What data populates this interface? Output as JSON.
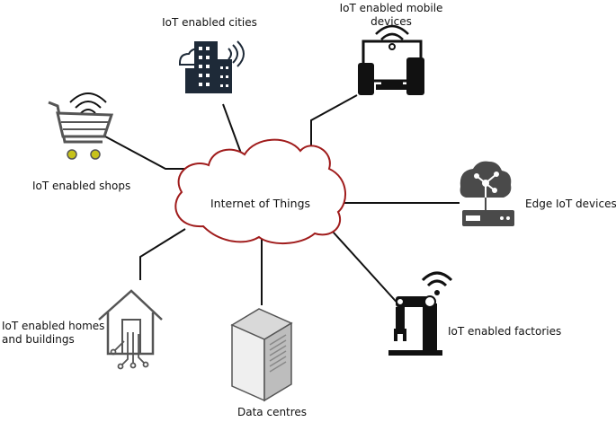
{
  "diagram": {
    "center": {
      "label": "Internet of Things",
      "outline_color": "#a01c1c"
    },
    "nodes": [
      {
        "id": "cities",
        "label": "IoT enabled cities",
        "icon": "city-buildings-wifi-icon"
      },
      {
        "id": "mobile",
        "label": "IoT enabled mobile\ndevices",
        "icon": "mobile-devices-wifi-icon"
      },
      {
        "id": "shops",
        "label": "IoT enabled shops",
        "icon": "shopping-cart-wifi-icon"
      },
      {
        "id": "edge",
        "label": "Edge IoT devices",
        "icon": "edge-server-cloud-icon"
      },
      {
        "id": "homes",
        "label": "IoT enabled homes\nand buildings",
        "icon": "smart-home-icon"
      },
      {
        "id": "datacentres",
        "label": "Data centres",
        "icon": "server-box-icon"
      },
      {
        "id": "factories",
        "label": "IoT enabled factories",
        "icon": "robot-arm-wifi-icon"
      }
    ],
    "colors": {
      "icon_dark": "#1e2a38",
      "cart_wheel": "#c7c21a",
      "line": "#111111"
    }
  }
}
